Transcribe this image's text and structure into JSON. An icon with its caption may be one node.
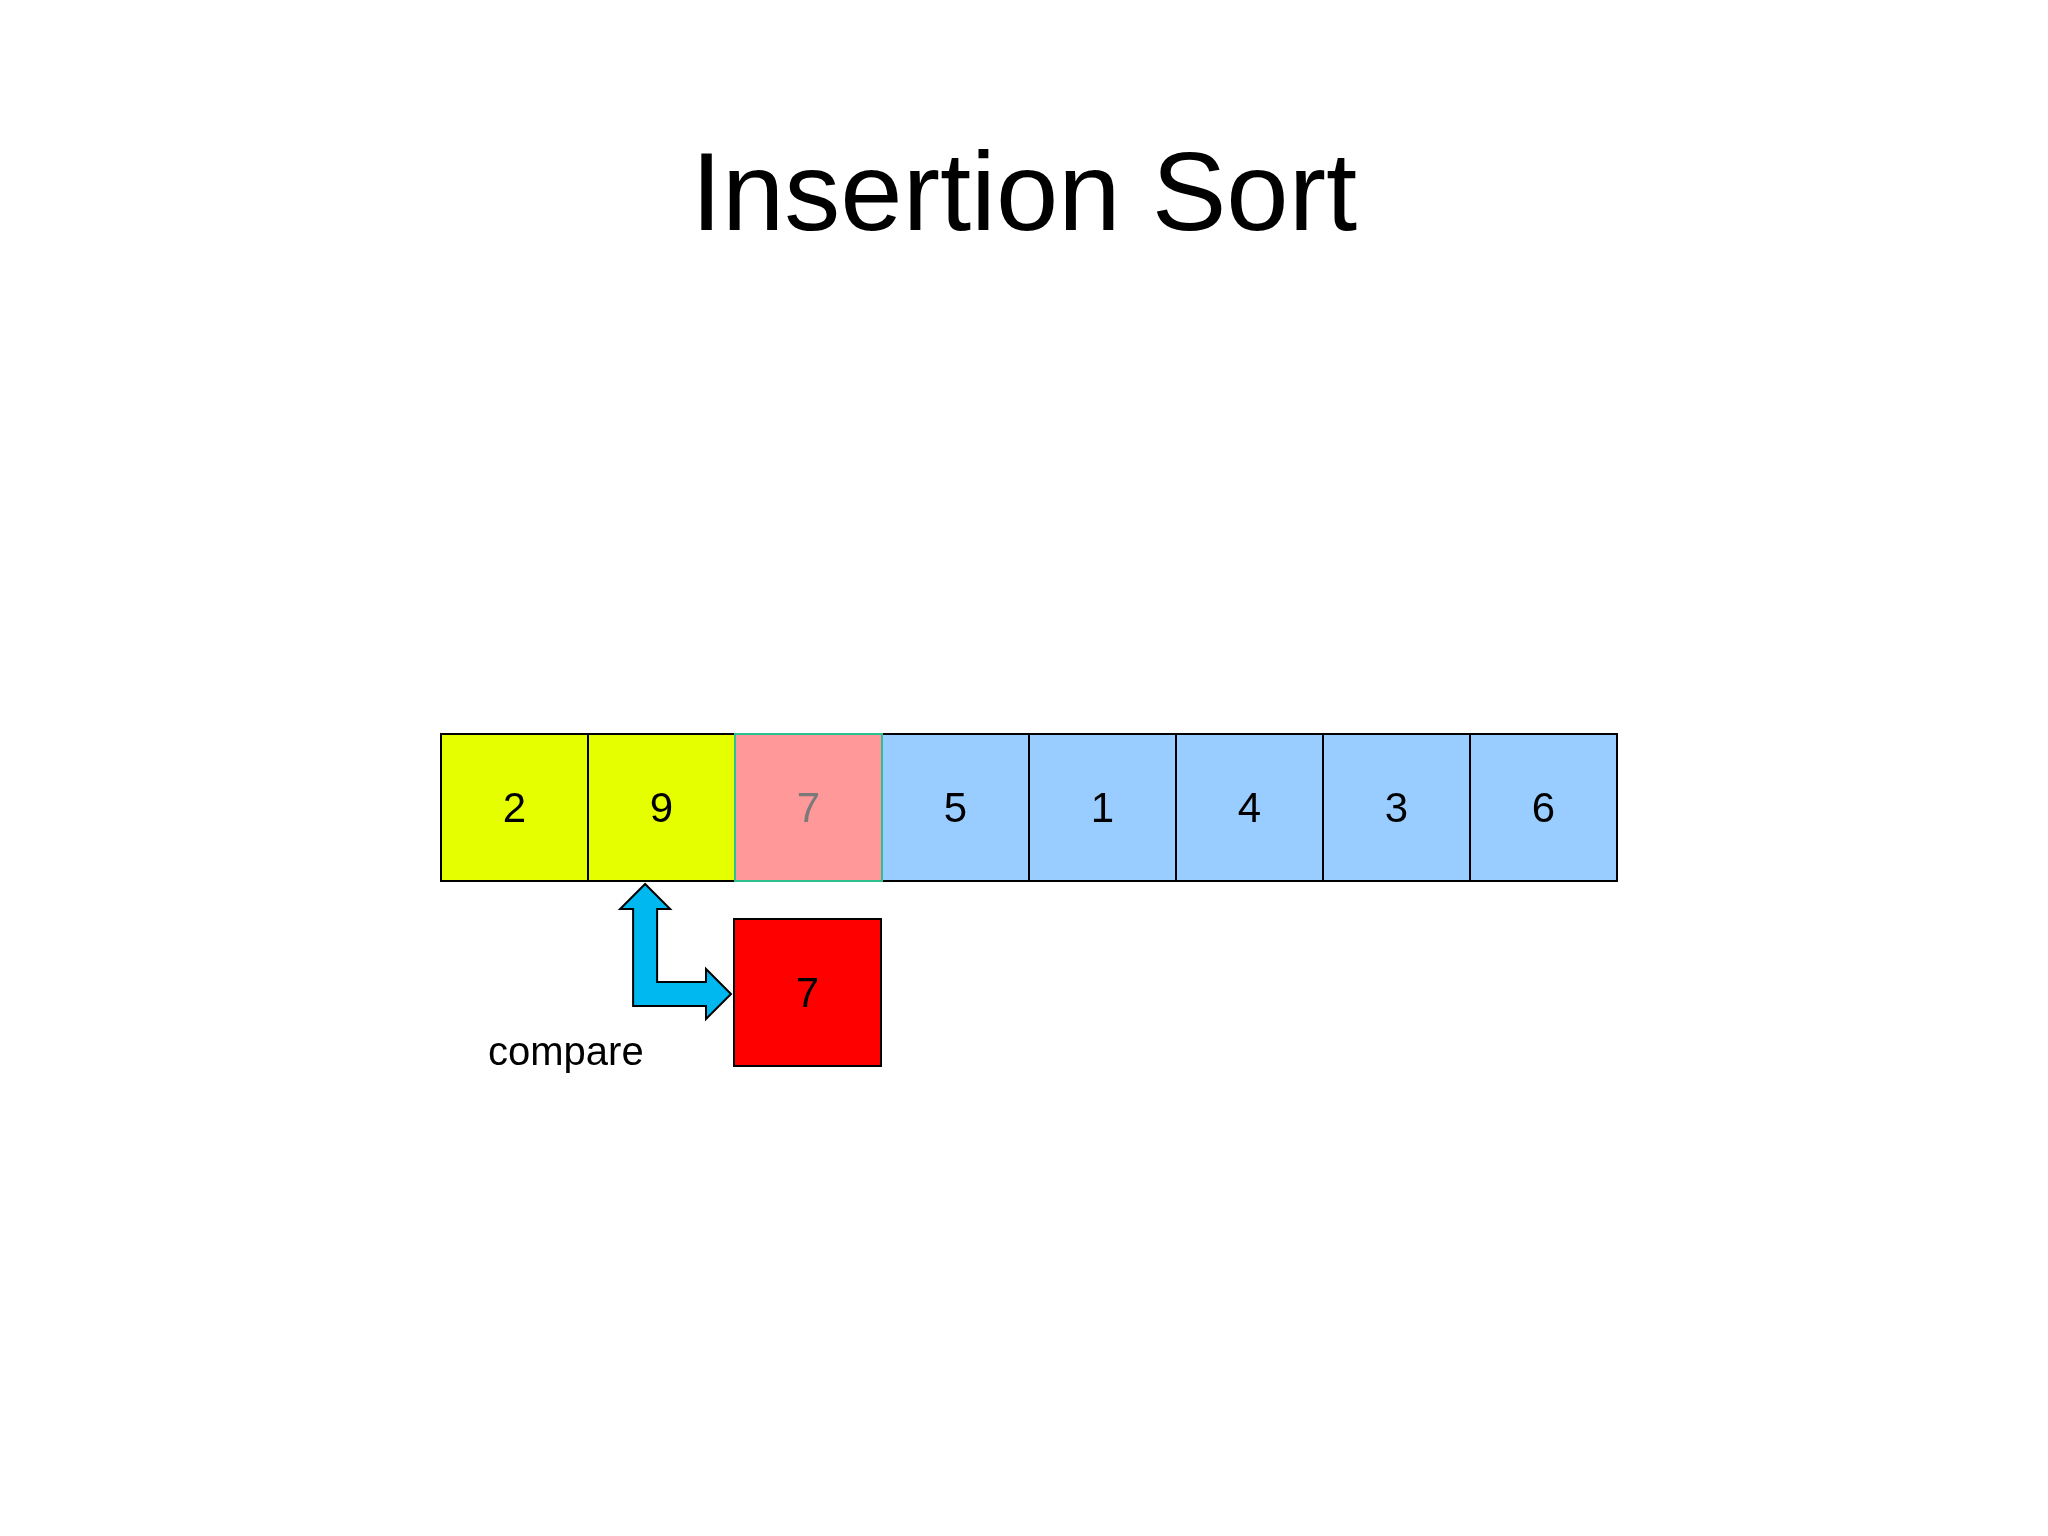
{
  "diagram": {
    "title": "Insertion Sort",
    "nodes": [
      {
        "text": [
          "2"
        ]
      },
      {
        "text": [
          "9"
        ]
      },
      {
        "text": [
          "7"
        ]
      },
      {
        "text": [
          "5"
        ]
      },
      {
        "text": [
          "1"
        ]
      },
      {
        "text": [
          "4"
        ]
      },
      {
        "text": [
          "3"
        ]
      },
      {
        "text": [
          "6"
        ]
      },
      {
        "text": [
          "7"
        ]
      }
    ],
    "edges": [
      {
        "from": 1,
        "to": 8,
        "arrow": "both",
        "label": "compare"
      }
    ]
  }
}
